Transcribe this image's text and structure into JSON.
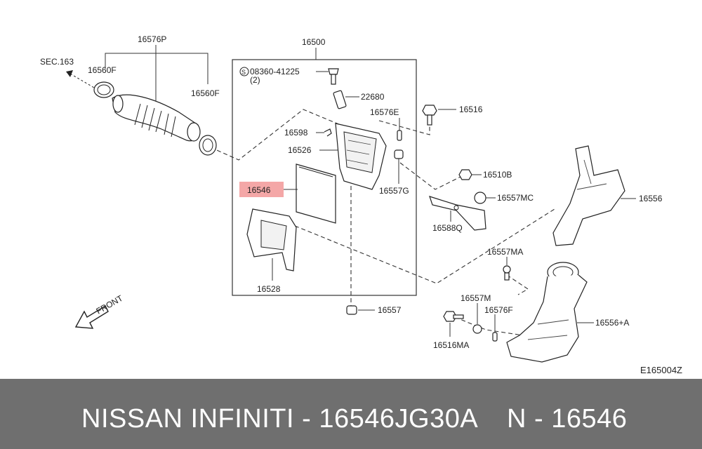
{
  "labels": {
    "assembly": "16500",
    "duct_top": "16576P",
    "sec": "SEC.163",
    "clamp_left": "16560F",
    "clamp_right": "16560F",
    "screw": "08360-41225",
    "screw_qty": "(2)",
    "sensor": "22680",
    "bolt": "16516",
    "hose_small": "16576E",
    "clip": "16598",
    "upper_case": "16526",
    "filter": "16546",
    "grommet": "16557G",
    "nut": "16510B",
    "mount_mc": "16557MC",
    "bracket": "16588Q",
    "resonator": "16556",
    "lower_case": "16528",
    "drain": "16557",
    "mount_ma": "16557MA",
    "mount_m": "16557M",
    "hose_f": "16576F",
    "bolt_ma": "16516MA",
    "resonator_a": "16556+A",
    "front": "FRONT",
    "diagram_code": "E165004Z"
  },
  "footer": {
    "brand": "NISSAN  INFINITI - 16546JG30A",
    "part_number": "N - 16546"
  },
  "colors": {
    "highlight": "#f4a7a7",
    "footer_bg": "#6f6f6f"
  }
}
